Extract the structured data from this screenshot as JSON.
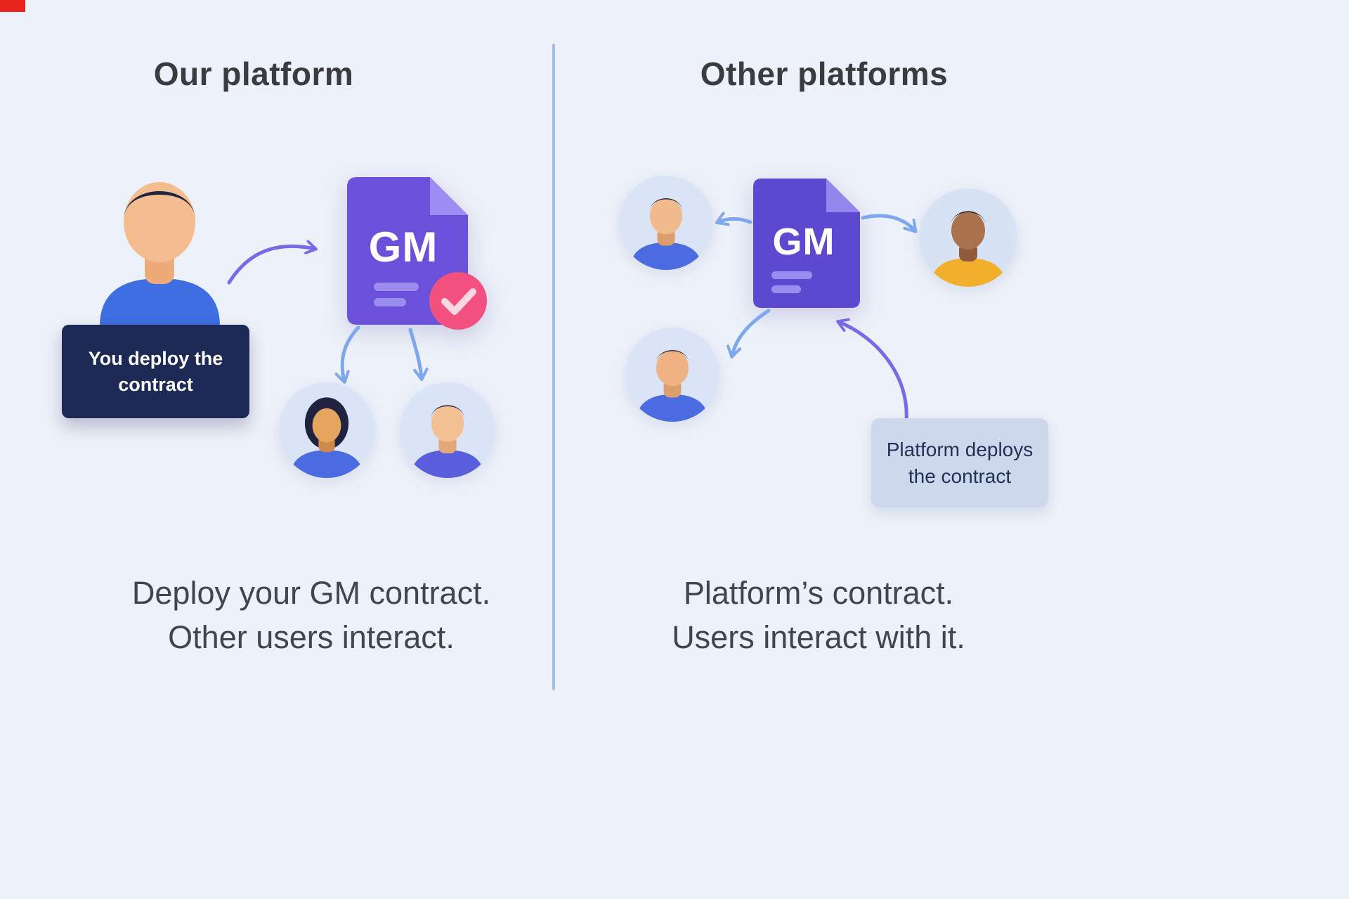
{
  "page": {
    "colors": {
      "background": "#edf1f9",
      "divider": "#a9bce2",
      "corner_mark_red": "#e8231a",
      "accent_purple": "#6b50da",
      "arrow_blue": "#7fa7ee",
      "arrow_purple": "#7a68e8",
      "badge_dark_bg": "#1d2a56",
      "badge_light_bg": "#cdd8ec",
      "check_badge_pink": "#f2517f"
    }
  },
  "left": {
    "title": "Our platform",
    "badge_line1": "You deploy the",
    "badge_line2": "contract",
    "document_text": "GM",
    "caption_line1": "Deploy your GM contract.",
    "caption_line2": "Other users interact."
  },
  "right": {
    "title": "Other platforms",
    "badge_line1": "Platform deploys",
    "badge_line2": "the contract",
    "document_text": "GM",
    "caption_line1": "Platform’s contract.",
    "caption_line2": "Users interact with it."
  }
}
